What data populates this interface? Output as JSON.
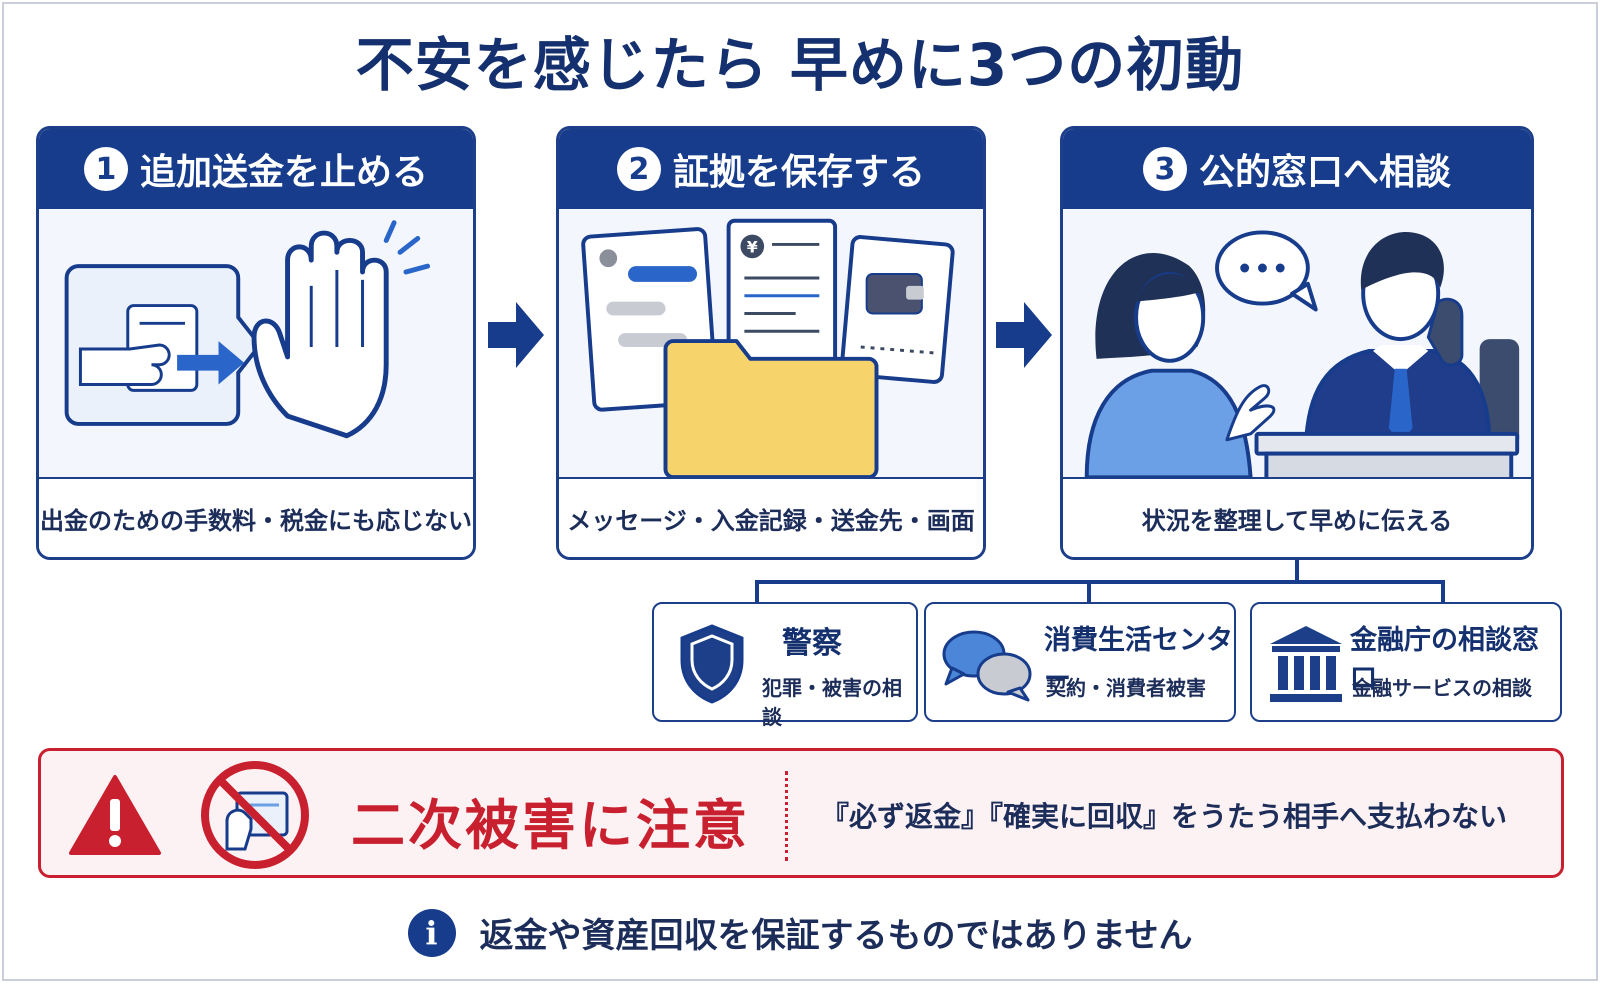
{
  "title": "不安を感じたら 早めに3つの初動",
  "steps": [
    {
      "num": "1",
      "label": "追加送金を止める",
      "desc": "出金のための手数料・税金にも応じない"
    },
    {
      "num": "2",
      "label": "証拠を保存する",
      "desc": "メッセージ・入金記録・送金先・画面"
    },
    {
      "num": "3",
      "label": "公的窓口へ相談",
      "desc": "状況を整理して早めに伝える"
    }
  ],
  "icon_symbols": {
    "yen": "¥"
  },
  "contacts": [
    {
      "name": "警察",
      "desc": "犯罪・被害の相談",
      "icon": "shield-icon"
    },
    {
      "name": "消費生活センター",
      "desc": "契約・消費者被害",
      "icon": "chat-bubbles-icon"
    },
    {
      "name": "金融庁の相談窓口",
      "desc": "金融サービスの相談",
      "icon": "bank-icon"
    }
  ],
  "warning": {
    "title": "二次被害に注意",
    "text": "『必ず返金』『確実に回収』をうたう相手へ支払わない"
  },
  "note": {
    "icon": "i",
    "text": "返金や資産回収を保証するものではありません"
  },
  "colors": {
    "navy": "#173c8c",
    "title": "#14306e",
    "red": "#c8202f",
    "folder": "#f7d36b",
    "light_blue": "#eaf1fb"
  }
}
